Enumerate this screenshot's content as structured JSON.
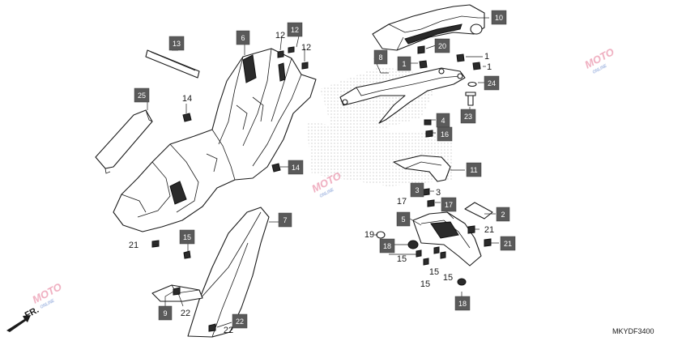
{
  "diagram": {
    "code": "MKYDF3400",
    "front_label": "FR.",
    "watermark": "MOTO",
    "watermark_suffix": "ONLINE",
    "callouts": [
      "13",
      "6",
      "12",
      "25",
      "14",
      "8",
      "1",
      "20",
      "10",
      "24",
      "23",
      "4",
      "16",
      "11",
      "3",
      "17",
      "2",
      "5",
      "21",
      "19",
      "18",
      "7",
      "15",
      "9",
      "22"
    ],
    "labels": [
      "12",
      "12",
      "14",
      "1",
      "1",
      "3",
      "17",
      "21",
      "19",
      "21",
      "15",
      "15",
      "15",
      "15",
      "22",
      "22"
    ]
  }
}
